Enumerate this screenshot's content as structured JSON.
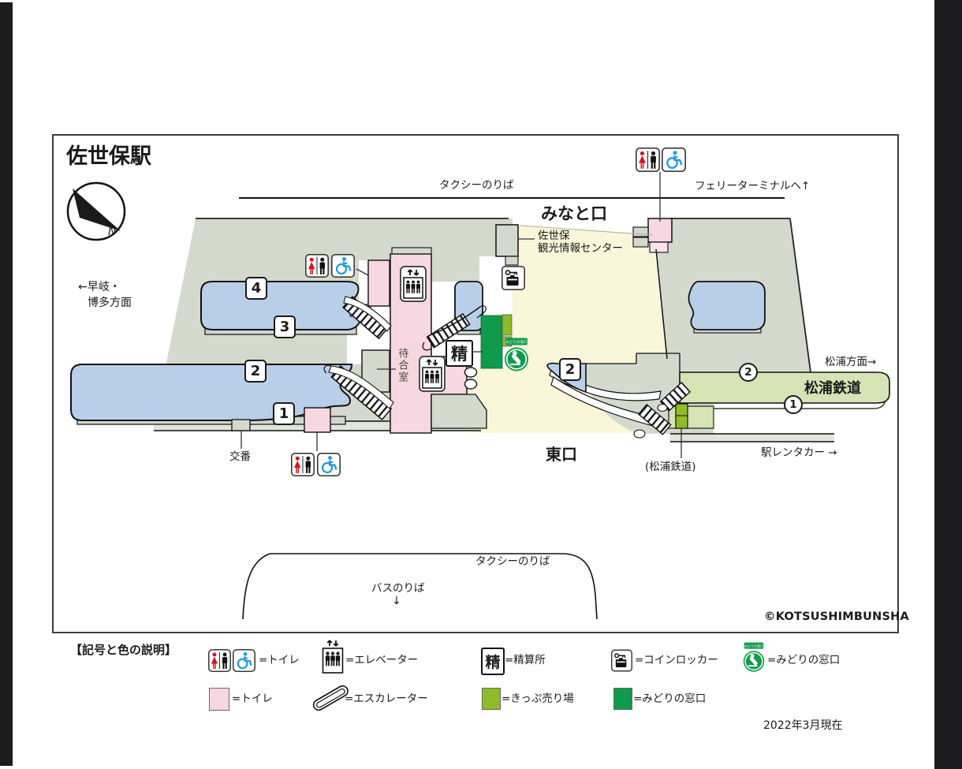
{
  "page": {
    "title": "佐世保駅",
    "copyright": "©KOTSUSHIMBUNSHA",
    "date_note": "2022年3月現在"
  },
  "map": {
    "labels": {
      "direction_hayagi_line1": "←早岐・",
      "direction_hayagi_line2": "博多方面",
      "compass_north": "N",
      "taxi_stand_top": "タクシーのりば",
      "ferry_terminal": "フェリーターミナルへ↑",
      "minato_exit": "みなと口",
      "info_center_line1": "佐世保",
      "info_center_line2": "観光情報センター",
      "waiting_room": "待合室",
      "fare_adjustment": "精",
      "east_exit": "東口",
      "police_box": "交番",
      "matsuura_direction": "松浦方面→",
      "matsuura_railway": "松浦鉄道",
      "matsuura_railway_note": "(松浦鉄道)",
      "rentacar": "駅レンタカー →",
      "taxi_stand_bottom": "タクシーのりば",
      "bus_stand": "バスのりば",
      "bus_arrow": "↓",
      "midori_banner": "みどりの窓口"
    },
    "platforms": {
      "p1": "1",
      "p2": "2",
      "p3": "3",
      "p4": "4",
      "right_p2": "2",
      "matsuura_1": "1",
      "matsuura_2": "2"
    }
  },
  "legend": {
    "heading": "【記号と色の説明】",
    "row1": [
      {
        "icon": "toilet-pair",
        "label": "=トイレ"
      },
      {
        "icon": "elevator",
        "label": "=エレベーター"
      },
      {
        "icon": "fare",
        "label": "=精算所"
      },
      {
        "icon": "locker",
        "label": "=コインロッカー"
      },
      {
        "icon": "midori",
        "label": "=みどりの窓口"
      }
    ],
    "row2": [
      {
        "swatch": "pink",
        "label": "=トイレ"
      },
      {
        "icon": "escalator",
        "label": "=エスカレーター"
      },
      {
        "swatch": "yellowgreen",
        "label": "=きっぷ売り場"
      },
      {
        "swatch": "darkgreen",
        "label": "=みどりの窓口"
      }
    ]
  },
  "colors": {
    "pink": "#f6d7e2",
    "yellow_green": "#8fbc2a",
    "dark_green": "#0f9b4b",
    "platform_blue": "#b9cfe9",
    "matsuura_green": "#d5e3b5",
    "concourse_yellow": "#faf6da",
    "area_gray": "#d4d9cd",
    "wheelchair_blue": "#1b9cd8",
    "toilet_red": "#d6121f"
  }
}
